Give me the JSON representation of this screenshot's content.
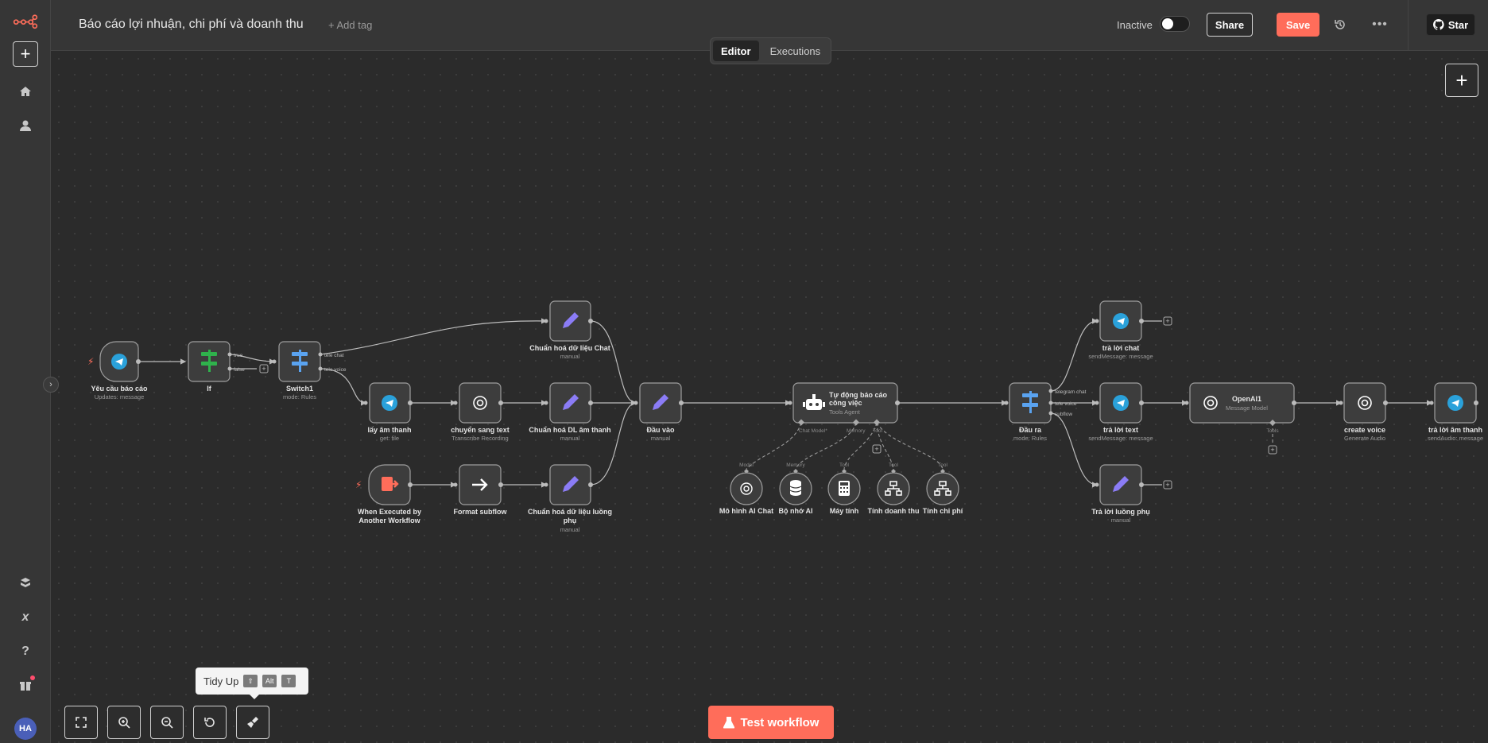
{
  "header": {
    "title": "Báo cáo lợi nhuận, chi phí và doanh thu",
    "add_tag": "+ Add tag",
    "status_label": "Inactive",
    "share_label": "Share",
    "save_label": "Save",
    "star_label": "Star"
  },
  "tabs": [
    {
      "label": "Editor",
      "active": true
    },
    {
      "label": "Executions",
      "active": false
    }
  ],
  "sidebar": {
    "avatar_initials": "HA",
    "icons": [
      "plus-icon",
      "home-icon",
      "user-icon",
      "templates-icon",
      "variables-icon",
      "help-icon",
      "gift-icon"
    ]
  },
  "tooltip": {
    "label": "Tidy Up",
    "keys": [
      "⇧",
      "Alt",
      "T"
    ]
  },
  "test_button": {
    "label": "Test workflow"
  },
  "colors": {
    "accent": "#ff6d5a",
    "telegram": "#2aa1da",
    "if": "#2fb24c",
    "switch": "#5aa3f0",
    "edit": "#8b7cf6",
    "trigger": "#ff6d5a"
  },
  "nodes": [
    {
      "id": "trigger_telegram",
      "label": "Yêu cầu báo cáo",
      "sub": "Updates: message",
      "icon": "telegram-icon"
    },
    {
      "id": "if",
      "label": "If",
      "sub": "",
      "icon": "if-icon",
      "ports": [
        "true",
        "false"
      ]
    },
    {
      "id": "switch1",
      "label": "Switch1",
      "sub": "mode: Rules",
      "icon": "switch-icon",
      "ports": [
        "tele chat",
        "tele voice"
      ]
    },
    {
      "id": "chuan_hoa_chat",
      "label": "Chuẩn hoá dữ liệu Chat",
      "sub": "manual",
      "icon": "pencil-icon"
    },
    {
      "id": "lay_am_thanh",
      "label": "lấy âm thanh",
      "sub": "get: file",
      "icon": "telegram-icon"
    },
    {
      "id": "chuyen_sang_text",
      "label": "chuyển sang text",
      "sub": "Transcribe Recording",
      "icon": "openai-icon"
    },
    {
      "id": "chuan_hoa_am_thanh",
      "label": "Chuẩn hoá DL âm thanh",
      "sub": "manual",
      "icon": "pencil-icon"
    },
    {
      "id": "when_executed",
      "label": "When Executed by",
      "label2": "Another Workflow",
      "sub": "",
      "icon": "exit-icon"
    },
    {
      "id": "format_subflow",
      "label": "Format subflow",
      "sub": "",
      "icon": "arrow-right-icon"
    },
    {
      "id": "chuan_hoa_luong_phu",
      "label": "Chuẩn hoá dữ liệu luồng",
      "label2": "phụ",
      "sub": "manual",
      "icon": "pencil-icon"
    },
    {
      "id": "dau_vao",
      "label": "Đầu vào",
      "sub": "manual",
      "icon": "pencil-icon"
    },
    {
      "id": "agent",
      "label": "Tự động báo cáo",
      "label2": "công việc",
      "sub": "Tools Agent",
      "icon": "robot-icon",
      "ports": [
        "Chat Model*",
        "Memory",
        "Tool"
      ]
    },
    {
      "id": "ai_chat",
      "label": "Mô hình AI Chat",
      "sub": "",
      "icon": "openai-icon",
      "port": "Model"
    },
    {
      "id": "memory",
      "label": "Bộ nhớ AI",
      "sub": "",
      "icon": "database-icon",
      "port": "Memory"
    },
    {
      "id": "calculator",
      "label": "Máy tính",
      "sub": "",
      "icon": "calculator-icon",
      "port": "Tool"
    },
    {
      "id": "doanh_thu",
      "label": "Tính doanh thu",
      "sub": "",
      "icon": "sitemap-icon",
      "port": "Tool"
    },
    {
      "id": "chi_phi",
      "label": "Tính chi phí",
      "sub": "",
      "icon": "sitemap-icon",
      "port": "Tool"
    },
    {
      "id": "dau_ra",
      "label": "Đầu ra",
      "sub": "mode: Rules",
      "icon": "switch-icon",
      "ports": [
        "telegram chat",
        "tele voice",
        "subflow"
      ]
    },
    {
      "id": "tra_loi_chat",
      "label": "trả lời chat",
      "sub": "sendMessage: message",
      "icon": "telegram-icon"
    },
    {
      "id": "tra_loi_text",
      "label": "trả lời text",
      "sub": "sendMessage: message",
      "icon": "telegram-icon"
    },
    {
      "id": "tra_loi_luong_phu",
      "label": "Trả lời luồng phụ",
      "sub": "manual",
      "icon": "pencil-icon"
    },
    {
      "id": "openai1",
      "label": "OpenAI1",
      "sub": "Message Model",
      "icon": "openai-icon",
      "port": "Tools"
    },
    {
      "id": "create_voice",
      "label": "create voice",
      "sub": "Generate Audio",
      "icon": "openai-icon"
    },
    {
      "id": "tra_loi_am_thanh",
      "label": "trả lời âm thanh",
      "sub": "sendAudio: message",
      "icon": "telegram-icon"
    }
  ]
}
